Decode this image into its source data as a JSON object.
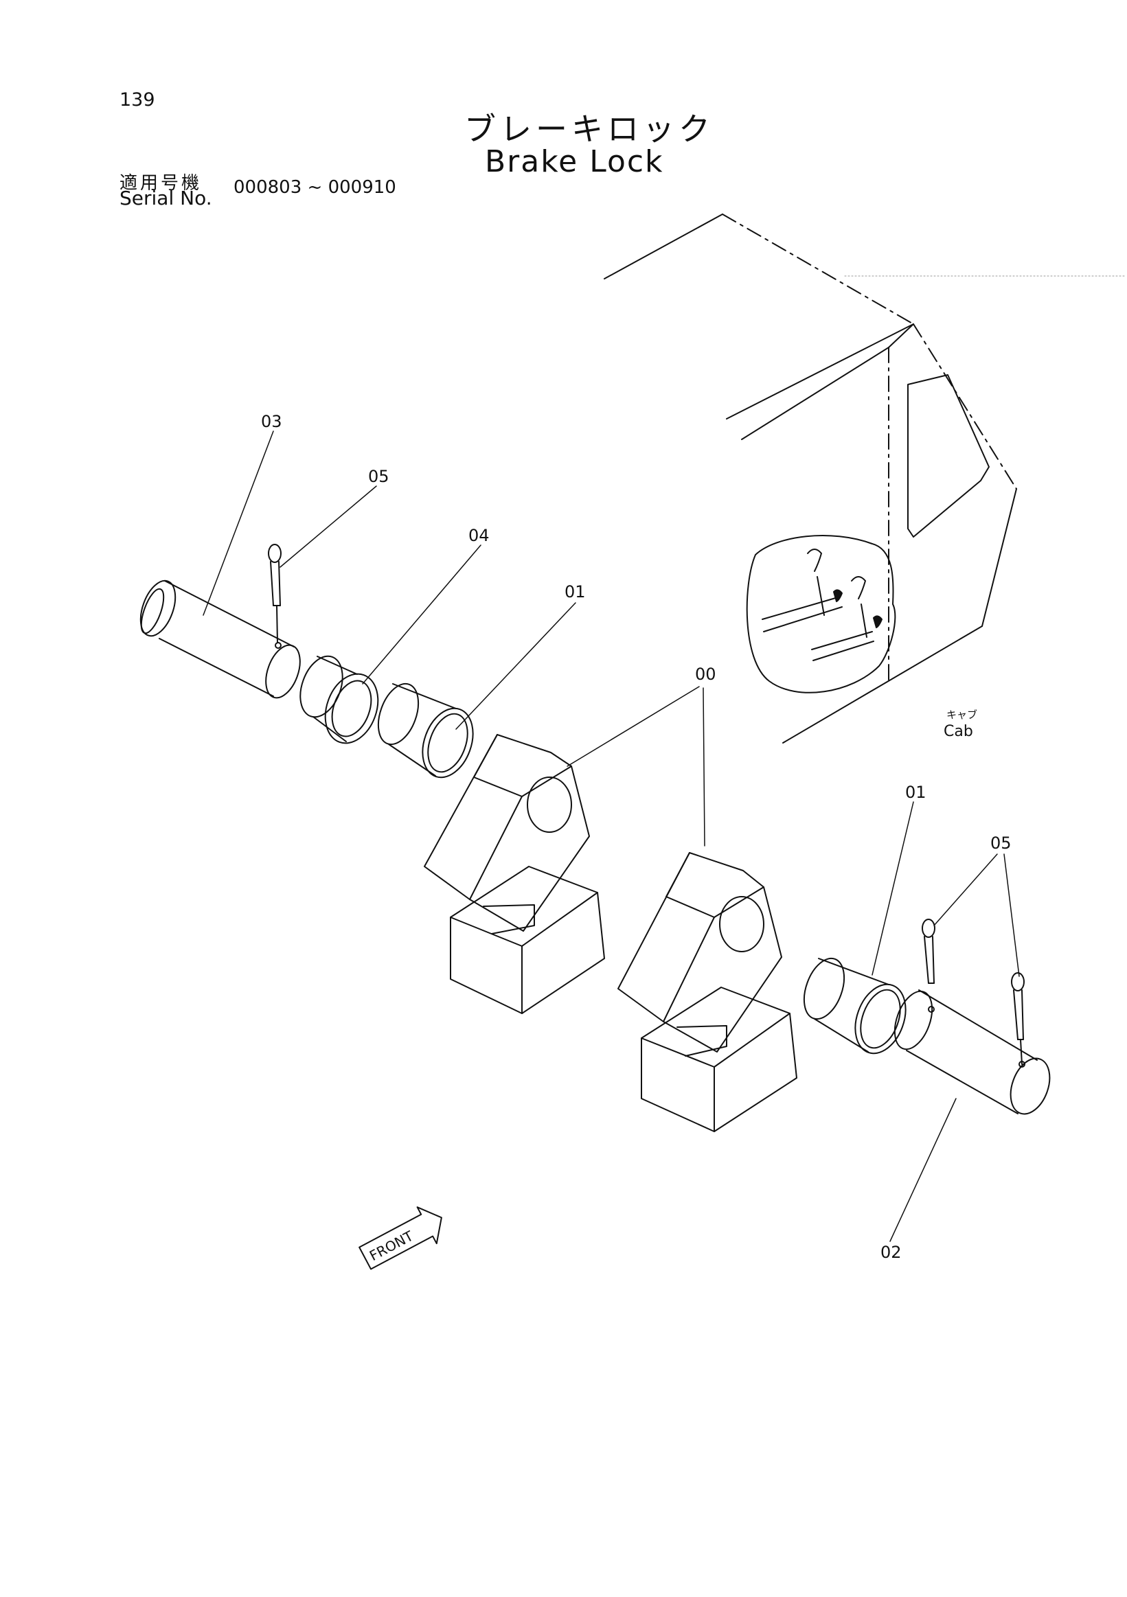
{
  "page": {
    "number": "139",
    "title_jp": "ブレーキロック",
    "title_en": "Brake Lock",
    "serial_label_jp": "適用号機",
    "serial_label_en": "Serial No.",
    "serial_range": "000803 ~ 000910"
  },
  "diagram": {
    "cab_label_jp": "キャブ",
    "cab_label_en": "Cab",
    "front_label": "FRONT",
    "callouts": {
      "c03": "03",
      "c05_left": "05",
      "c04": "04",
      "c01_left": "01",
      "c00": "00",
      "c01_right": "01",
      "c05_right": "05",
      "c02": "02"
    }
  }
}
